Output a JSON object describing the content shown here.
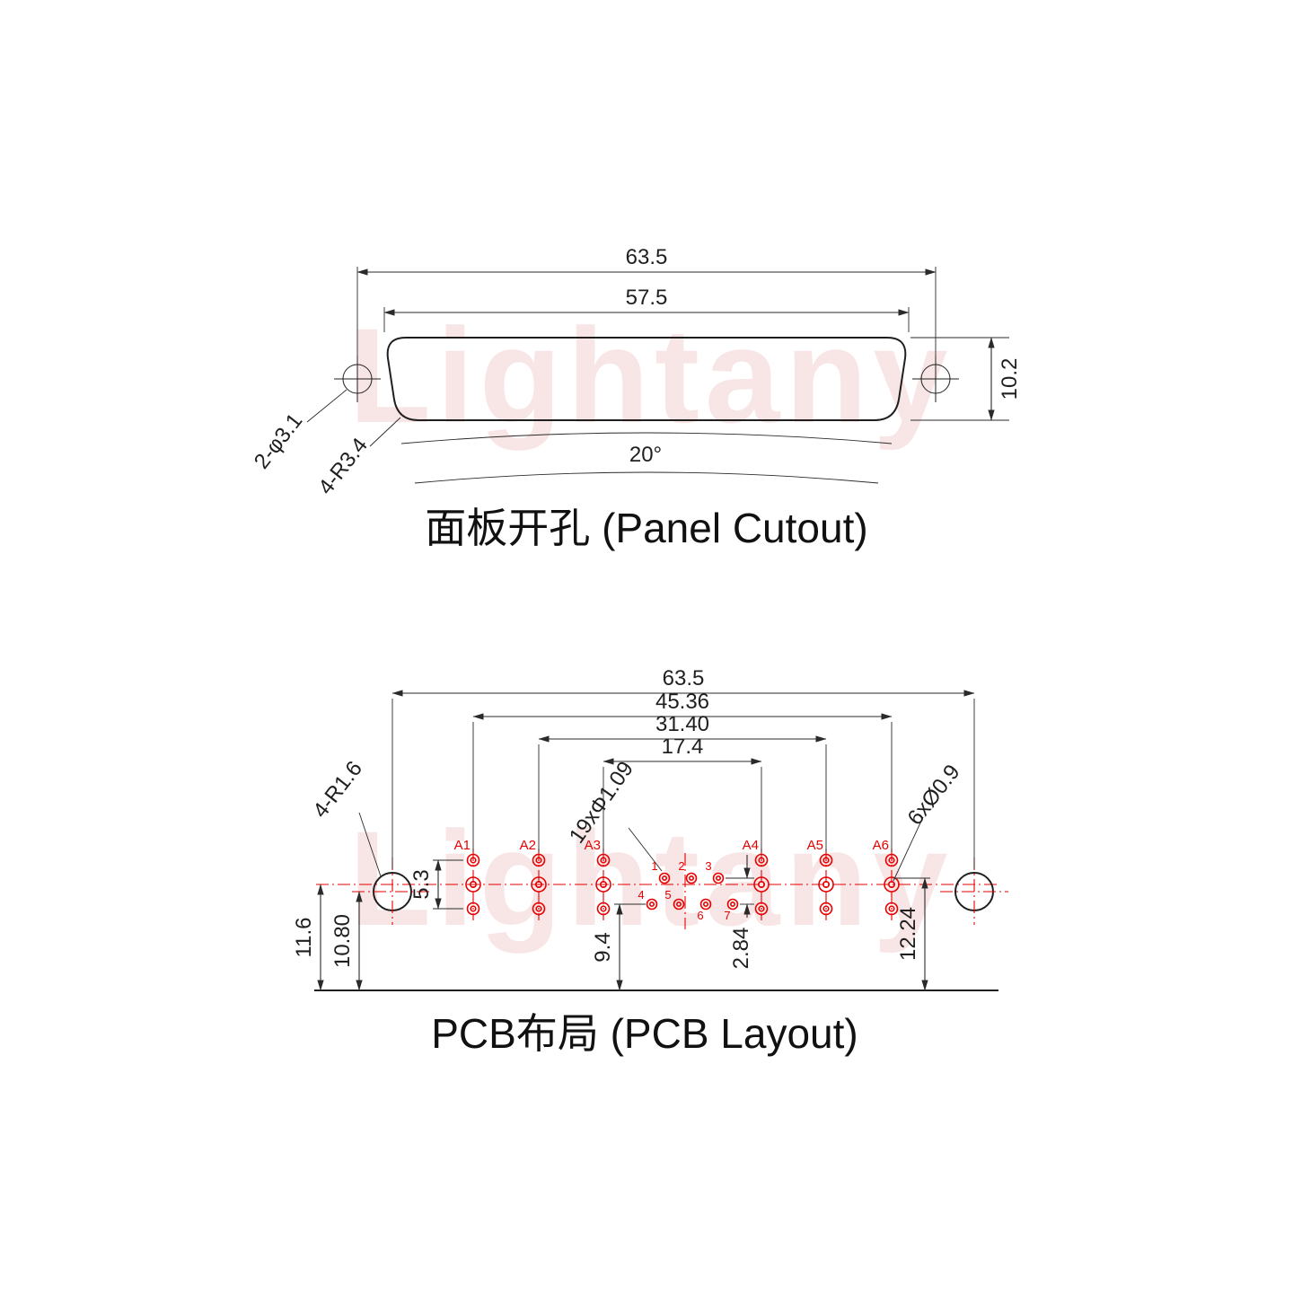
{
  "watermark": {
    "text": "Lightany"
  },
  "panel_cutout": {
    "title": "面板开孔 (Panel Cutout)",
    "dim_width_outer": "63.5",
    "dim_width_inner": "57.5",
    "dim_height": "10.2",
    "dim_angle": "20°",
    "label_mount_holes": "2-φ3.1",
    "label_corner_radius": "4-R3.4"
  },
  "pcb_layout": {
    "title": "PCB布局 (PCB Layout)",
    "dim_mount_span": "63.5",
    "dim_a1_a6": "45.36",
    "dim_a2_a5": "31.40",
    "dim_a3_a4": "17.4",
    "dim_coax_pad_span": "5.3",
    "dim_edge_to_centerline": "11.6",
    "dim_edge_to_mount": "10.80",
    "dim_edge_to_row2": "9.4",
    "dim_row_gap": "2.84",
    "dim_edge_to_row1": "12.24",
    "label_mount_radius": "4-R1.6",
    "label_signal_holes": "19xΦ1.09",
    "label_coax_holes": "6xØ0.9",
    "coax_labels": [
      "A1",
      "A2",
      "A3",
      "A4",
      "A5",
      "A6"
    ],
    "pin_labels": [
      "1",
      "2",
      "3",
      "4",
      "5",
      "6",
      "7"
    ]
  },
  "colors": {
    "accent_red": "#e60000",
    "line": "#1f1f1f",
    "watermark_pink": "#f3cccc"
  }
}
